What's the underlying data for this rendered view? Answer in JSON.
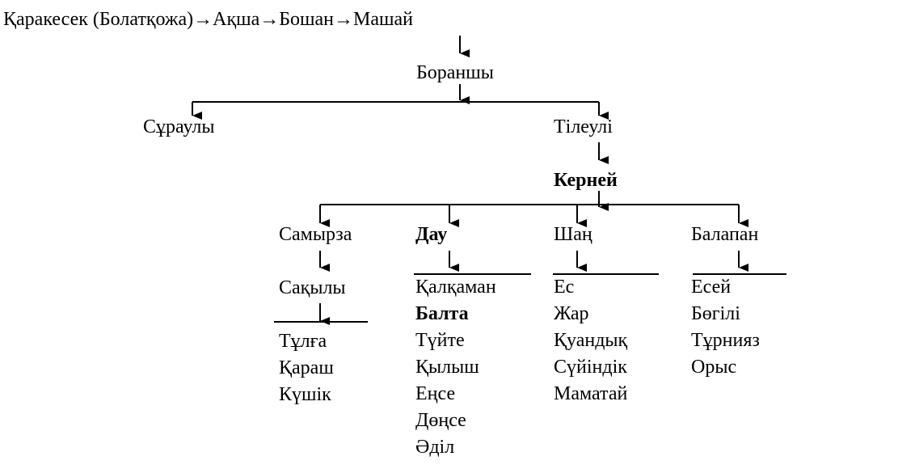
{
  "lineage": "Қаракесек (Болатқожа)→Ақша→Бошан→Машай",
  "nodes": {
    "boranshy": "Бораншы",
    "suraualy": "Сұраулы",
    "tileuli": "Тілеулі",
    "kerney": "Керней",
    "samyrza": "Самырза",
    "dau": "Дау",
    "shan": "Шаң",
    "balapan": "Балапан",
    "sakyly": "Сақылы"
  },
  "descendants": {
    "sakyly": [
      "Тұлға",
      "Қараш",
      "Күшік"
    ],
    "dau": [
      "Қалқаман",
      "Балта",
      "Түйте",
      "Қылыш",
      "Еңсе",
      "Дөңсе",
      "Әділ"
    ],
    "shan": [
      "Ес",
      "Жар",
      "Қуандық",
      "Сүйіндік",
      "Маматай"
    ],
    "balapan": [
      "Есей",
      "Бөгілі",
      "Тұрнияз",
      "Орыс"
    ]
  },
  "bold_items": [
    "Балта"
  ]
}
